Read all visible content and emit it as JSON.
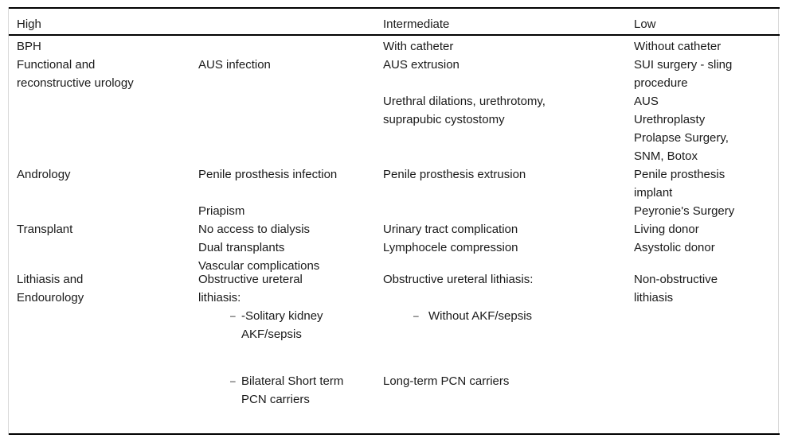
{
  "table": {
    "name": "surgical-priority-risk-table",
    "columns": [
      {
        "id": "col-high",
        "label": "High"
      },
      {
        "id": "col-high-detail",
        "label": ""
      },
      {
        "id": "col-intermediate",
        "label": "Intermediate"
      },
      {
        "id": "col-low",
        "label": "Low"
      }
    ],
    "sections": [
      {
        "id": "section-bph-functional",
        "category": "BPH\nFunctional and\nreconstructive urology",
        "high_detail": "AUS infection",
        "intermediate_a": "With catheter\nAUS extrusion",
        "intermediate_b": "Urethral dilations, urethrotomy,\nsuprapubic cystostomy",
        "low": "Without catheter\nSUI surgery - sling\nprocedure\nAUS\nUrethroplasty\nProlapse Surgery,\nSNM, Botox"
      },
      {
        "id": "section-andrology",
        "category": "Andrology",
        "high_detail_a": "Penile prosthesis infection",
        "high_detail_b": "Priapism",
        "intermediate": "Penile prosthesis extrusion",
        "low": "Penile prosthesis\nimplant\nPeyronie's Surgery"
      },
      {
        "id": "section-transplant",
        "category": "Transplant",
        "high_detail": "No access to dialysis\nDual transplants\nVascular complications",
        "intermediate": "Urinary tract complication\nLymphocele compression",
        "low": "Living donor\nAsystolic donor"
      },
      {
        "id": "section-lithiasis-endourology",
        "category": "Lithiasis and\nEndourology",
        "high_detail_heading": "Obstructive ureteral\nlithiasis:",
        "high_detail_bullets": [
          {
            "dash": "–",
            "text": "-Solitary kidney\nAKF/sepsis"
          },
          {
            "dash": "–",
            "text": "Bilateral Short term\nPCN carriers"
          }
        ],
        "intermediate_heading": "Obstructive ureteral lithiasis:",
        "intermediate_bullets": [
          {
            "dash": "–",
            "text": "Without AKF/sepsis"
          }
        ],
        "intermediate_extra": "Long-term PCN carriers",
        "low": "Non-obstructive\nlithiasis"
      }
    ]
  },
  "style": {
    "rule_color": "#000000",
    "text_color": "#1a1a1a",
    "background": "#ffffff",
    "side_border_color": "#d8d8d8"
  }
}
